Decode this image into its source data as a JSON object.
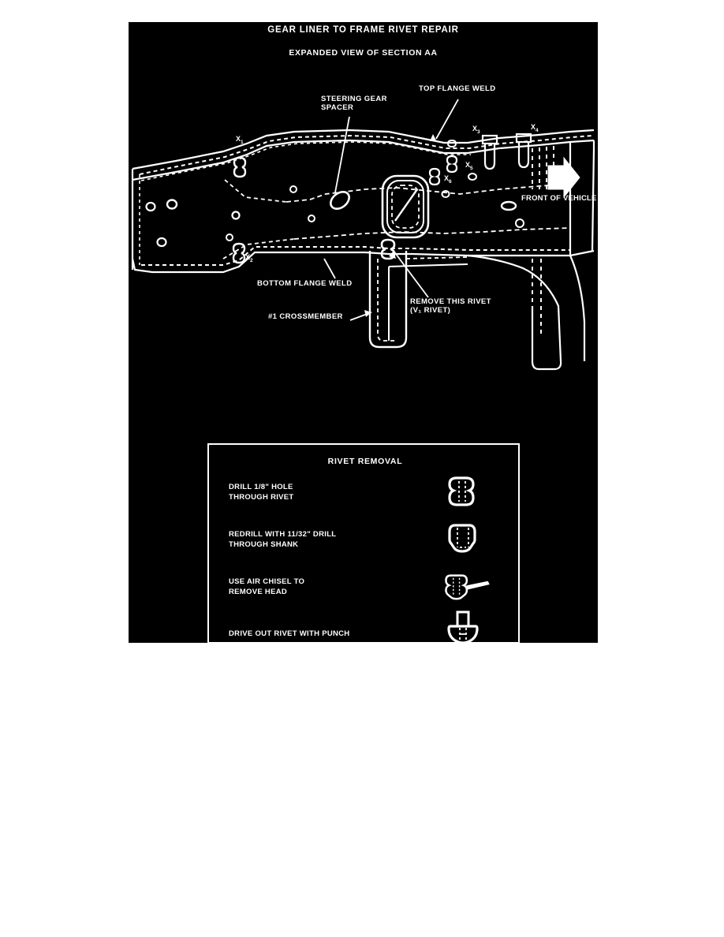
{
  "figure": {
    "title": "GEAR LINER TO FRAME RIVET REPAIR",
    "subtitle": "EXPANDED VIEW OF SECTION AA",
    "background_color": "#000000",
    "line_color": "#ffffff",
    "callouts": {
      "steering_gear_spacer": "STEERING GEAR\nSPACER",
      "top_flange_weld": "TOP FLANGE WELD",
      "bottom_flange_weld": "BOTTOM FLANGE WELD",
      "crossmember": "#1 CROSSMEMBER",
      "remove_this_rivet": "REMOVE THIS RIVET\n(V₁ RIVET)",
      "front_of_vehicle": "FRONT OF VEHICLE"
    },
    "rivet_markers": [
      {
        "label": "X",
        "subscript": "1"
      },
      {
        "label": "X",
        "subscript": "2"
      },
      {
        "label": "X",
        "subscript": "3"
      },
      {
        "label": "X",
        "subscript": "4"
      },
      {
        "label": "X",
        "subscript": "5"
      },
      {
        "label": "X",
        "subscript": "6"
      }
    ]
  },
  "rivet_removal": {
    "title": "RIVET REMOVAL",
    "steps": [
      {
        "text": "DRILL 1/8\" HOLE\nTHROUGH RIVET",
        "icon": "rivet-pilot-hole-icon"
      },
      {
        "text": "REDRILL WITH 11/32\" DRILL\nTHROUGH SHANK",
        "icon": "rivet-bored-shank-icon"
      },
      {
        "text": "USE AIR CHISEL TO\nREMOVE HEAD",
        "icon": "rivet-air-chisel-icon"
      },
      {
        "text": "DRIVE OUT RIVET WITH PUNCH",
        "icon": "rivet-punch-icon"
      }
    ]
  }
}
